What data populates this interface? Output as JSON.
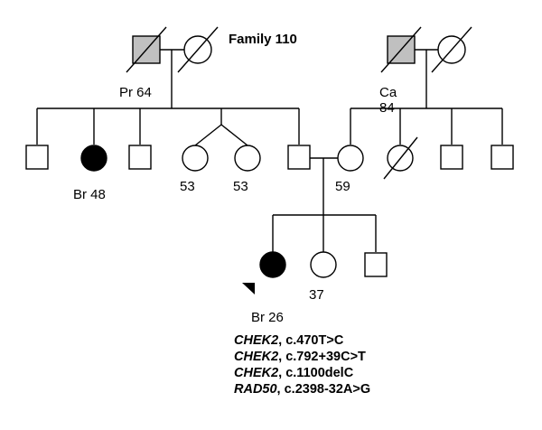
{
  "title": "Family 110",
  "colors": {
    "affected": "#000000",
    "carrier_gray": "#c0c0c0",
    "unaffected": "#ffffff"
  },
  "grandparents_left": {
    "grandfather": {
      "sex": "male",
      "deceased": true,
      "status": "gray"
    },
    "grandmother": {
      "sex": "female",
      "deceased": true,
      "status": "unaffected"
    },
    "label": "Pr 64"
  },
  "grandparents_right": {
    "grandfather": {
      "sex": "male",
      "deceased": true,
      "status": "gray"
    },
    "grandmother": {
      "sex": "female",
      "deceased": true,
      "status": "unaffected"
    },
    "label_line1": "Ca",
    "label_line2": "84"
  },
  "generation2": [
    {
      "sex": "male",
      "status": "unaffected",
      "label": ""
    },
    {
      "sex": "female",
      "status": "affected",
      "label": "Br 48"
    },
    {
      "sex": "male",
      "status": "unaffected",
      "label": ""
    },
    {
      "sex": "female",
      "status": "unaffected",
      "label": "53",
      "twin": true
    },
    {
      "sex": "female",
      "status": "unaffected",
      "label": "53",
      "twin": true
    },
    {
      "sex": "male",
      "status": "unaffected",
      "label": ""
    },
    {
      "sex": "female",
      "status": "unaffected",
      "label": "59"
    },
    {
      "sex": "female",
      "status": "unaffected",
      "label": "",
      "deceased": true
    },
    {
      "sex": "male",
      "status": "unaffected",
      "label": ""
    },
    {
      "sex": "male",
      "status": "unaffected",
      "label": ""
    }
  ],
  "generation3": [
    {
      "sex": "female",
      "status": "affected",
      "label": "Br 26",
      "proband": true
    },
    {
      "sex": "female",
      "status": "unaffected",
      "label": "37"
    },
    {
      "sex": "male",
      "status": "unaffected",
      "label": ""
    }
  ],
  "mutations": [
    {
      "gene": "CHEK2",
      "variant": ", c.470T>C"
    },
    {
      "gene": "CHEK2",
      "variant": ", c.792+39C>T"
    },
    {
      "gene": "CHEK2",
      "variant": ", c.1100delC"
    },
    {
      "gene": "RAD50",
      "variant": ", c.2398-32A>G"
    }
  ]
}
